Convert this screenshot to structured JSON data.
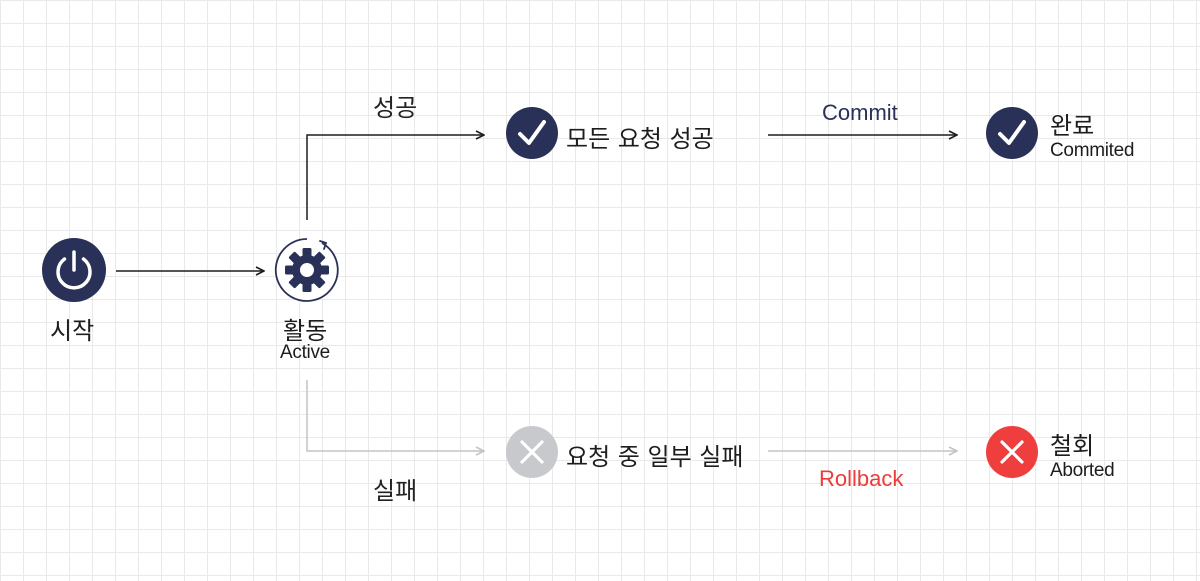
{
  "colors": {
    "navy": "#2a3158",
    "gray_node": "#c8c9cd",
    "red_node": "#ee3e3e",
    "gray_line": "#c4c4c4",
    "dark_line": "#1d1d1f",
    "rollback": "#ec3b3b"
  },
  "nodes": {
    "start": {
      "label": "시작",
      "icon": "power-icon"
    },
    "active": {
      "label": "활동",
      "sublabel": "Active",
      "icon": "gear-icon"
    },
    "all_success": {
      "label": "모든 요청 성공",
      "icon": "check-icon"
    },
    "partial_fail": {
      "label": "요청 중 일부 실패",
      "icon": "close-icon"
    },
    "committed": {
      "label": "완료",
      "sublabel": "Commited",
      "icon": "check-icon"
    },
    "aborted": {
      "label": "철회",
      "sublabel": "Aborted",
      "icon": "close-icon"
    }
  },
  "edges": {
    "success": "성공",
    "failure": "실패",
    "commit": "Commit",
    "rollback": "Rollback"
  }
}
